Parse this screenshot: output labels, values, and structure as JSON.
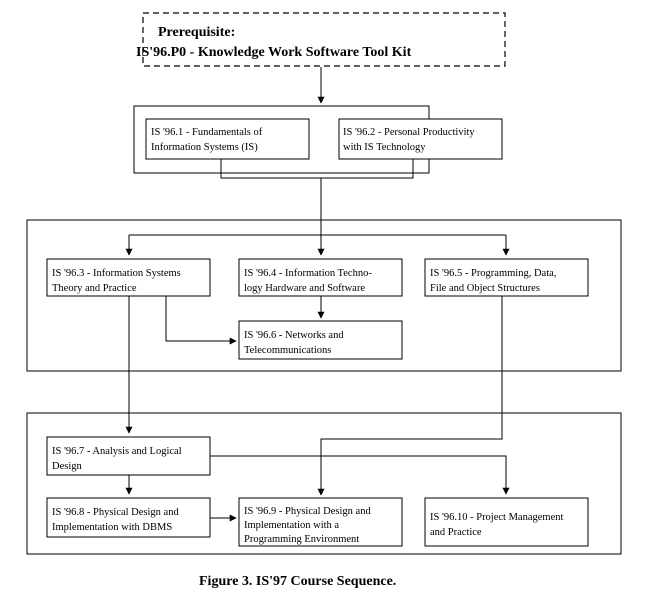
{
  "prerequisite": {
    "label": "Prerequisite:",
    "title": "IS'96.P0 - Knowledge Work Software Tool Kit"
  },
  "courses": {
    "c1": [
      "IS '96.1 - Fundamentals of",
      "Information Systems (IS)"
    ],
    "c2": [
      "IS '96.2 - Personal Productivity",
      "with IS Technology"
    ],
    "c3": [
      "IS '96.3 - Information Systems",
      "Theory and Practice"
    ],
    "c4": [
      "IS '96.4 - Information Techno-",
      "logy Hardware and Software"
    ],
    "c5": [
      "IS '96.5 - Programming, Data,",
      "File and Object Structures"
    ],
    "c6": [
      "IS '96.6 - Networks and",
      "Telecommunications"
    ],
    "c7": [
      "IS '96.7 - Analysis and Logical",
      "Design"
    ],
    "c8": [
      "IS '96.8 - Physical Design and",
      "Implementation with DBMS"
    ],
    "c9": [
      "IS '96.9 - Physical Design and",
      "Implementation with a",
      "Programming Environment"
    ],
    "c10": [
      "IS '96.10 - Project Management",
      "and Practice"
    ]
  },
  "caption": "Figure 3. IS'97 Course Sequence."
}
